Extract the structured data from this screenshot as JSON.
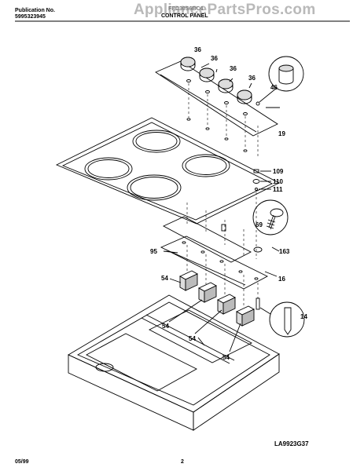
{
  "header": {
    "publication_label": "Publication No.",
    "publication_number": "5995323945",
    "watermark": "AppliancePartsPros.com",
    "model": "FEC30S6BC4",
    "section_title": "CONTROL PANEL"
  },
  "diagram": {
    "code": "LA9923G37",
    "callouts": [
      "36",
      "36",
      "36",
      "36",
      "46",
      "19",
      "109",
      "110",
      "111",
      "69",
      "95",
      "163",
      "16",
      "54",
      "54",
      "54",
      "54",
      "14"
    ]
  },
  "footer": {
    "date": "05/99",
    "page": "2"
  }
}
